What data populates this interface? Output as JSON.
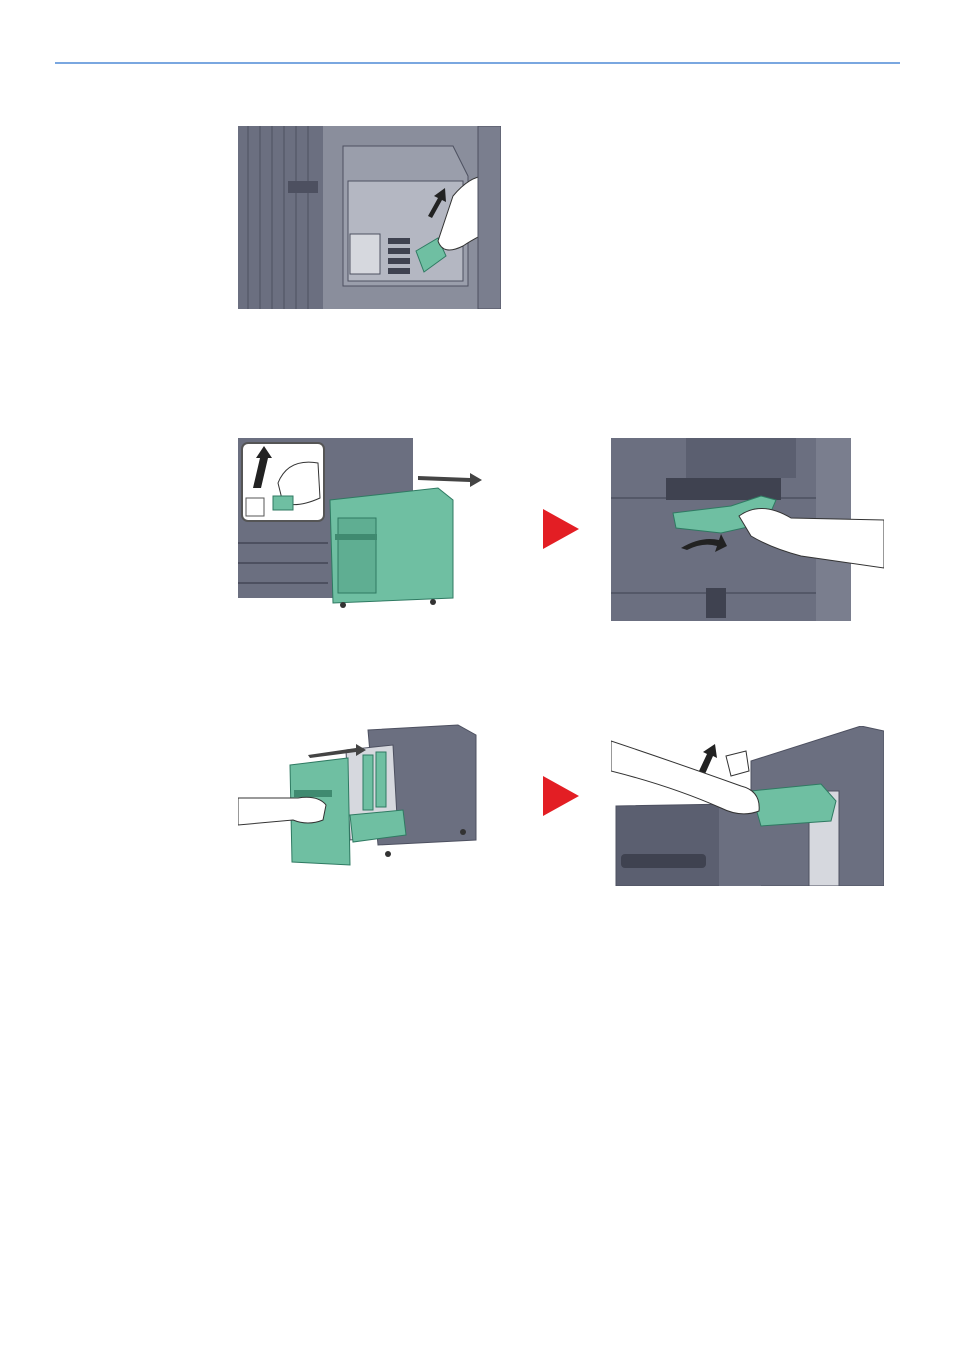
{
  "colors": {
    "header_rule": "#7aa7e0",
    "machine_gray": "#6b6f80",
    "machine_dark": "#4d5060",
    "machine_light": "#8a8e9c",
    "paper_green": "#6fbfa2",
    "paper_green_dark": "#2f7a62",
    "step_arrow_red": "#e31e24",
    "hand_white": "#ffffff"
  },
  "icons": {
    "step_arrow": "red-right-triangle-icon",
    "pull_arrow": "arrow-icon"
  },
  "illustrations": [
    {
      "id": "step-a",
      "depicts": "remove-jammed-paper-inside-cover"
    },
    {
      "id": "step-b-1",
      "depicts": "pull-out-side-feeder"
    },
    {
      "id": "step-b-2",
      "depicts": "remove-paper-from-feed-slot"
    },
    {
      "id": "step-c-1",
      "depicts": "pull-out-deck-drawer"
    },
    {
      "id": "step-c-2",
      "depicts": "remove-paper-from-deck"
    }
  ]
}
